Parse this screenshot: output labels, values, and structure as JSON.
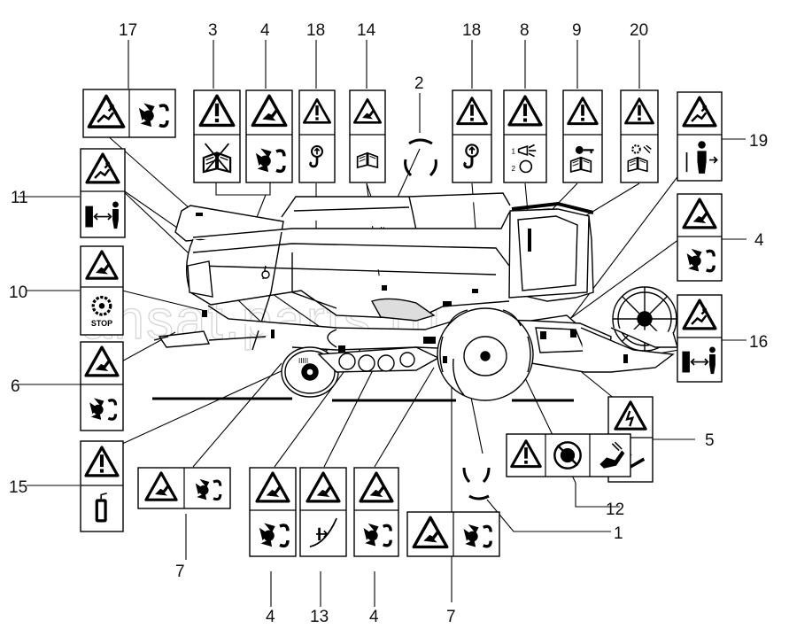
{
  "watermark": "ansat.parts.ru",
  "callouts": {
    "c17": "17",
    "c3": "3",
    "c4top": "4",
    "c18a": "18",
    "c14": "14",
    "c18b": "18",
    "c8": "8",
    "c9": "9",
    "c20": "20",
    "c2": "2",
    "c19": "19",
    "c11": "11",
    "c4right": "4",
    "c10": "10",
    "c16": "16",
    "c6": "6",
    "c5": "5",
    "c15": "15",
    "c12": "12",
    "c1": "1",
    "c7a": "7",
    "c4b1": "4",
    "c13": "13",
    "c4b2": "4",
    "c7b": "7"
  },
  "decal_text": {
    "stop": "STOP",
    "step1": "1",
    "step2": "2"
  },
  "icons": {
    "warning": "warning-triangle-icon",
    "manual": "instruction-manual-icon",
    "hook": "lifting-hook-icon",
    "entanglement": "entanglement-hazard-icon",
    "distance": "keep-distance-icon",
    "key": "remove-key-icon",
    "stop": "stop-rotor-icon",
    "horn": "horn-icon",
    "extinguisher": "fire-extinguisher-icon"
  }
}
